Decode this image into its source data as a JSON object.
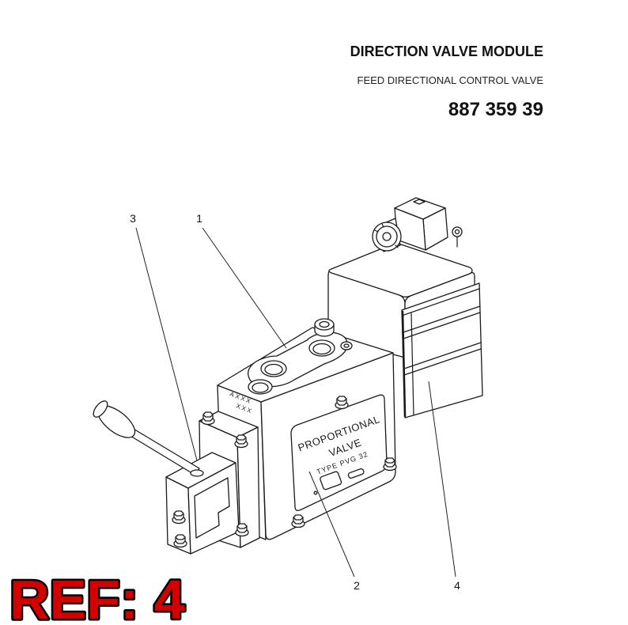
{
  "header": {
    "title": "DIRECTION VALVE MODULE",
    "subtitle": "FEED DIRECTIONAL CONTROL VALVE",
    "part_number": "887 359 39"
  },
  "callouts": {
    "part_1": "1",
    "part_2": "2",
    "part_3": "3",
    "part_4": "4"
  },
  "valve_markings": {
    "nameplate_line_1": "PROPORTIONAL",
    "nameplate_line_2": "VALVE",
    "nameplate_line_3": "TYPE PVG 32",
    "side_code_line_1": "AXXX",
    "side_code_line_2": "XXX"
  },
  "reference": {
    "label": "REF: 4"
  },
  "colors": {
    "ref_fill": "#d40000",
    "ref_outline": "#000000"
  }
}
